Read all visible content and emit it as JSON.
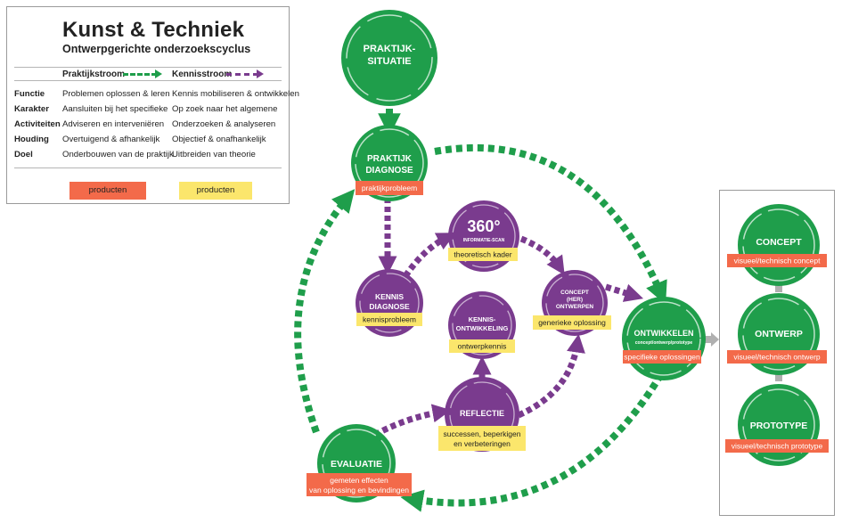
{
  "legend": {
    "title": "Kunst & Techniek",
    "subtitle": "Ontwerpgerichte onderzoekscyclus",
    "praktijk_header": "Praktijkstroom",
    "kennis_header": "Kennisstroom",
    "rows": [
      {
        "label": "Functie",
        "praktijk": "Problemen oplossen & leren",
        "kennis": "Kennis mobiliseren & ontwikkelen"
      },
      {
        "label": "Karakter",
        "praktijk": "Aansluiten bij het specifieke",
        "kennis": "Op zoek naar het algemene"
      },
      {
        "label": "Activiteiten",
        "praktijk": "Adviseren en interveniëren",
        "kennis": "Onderzoeken & analyseren"
      },
      {
        "label": "Houding",
        "praktijk": "Overtuigend & afhankelijk",
        "kennis": "Objectief & onafhankelijk"
      },
      {
        "label": "Doel",
        "praktijk": "Onderbouwen van de praktijk",
        "kennis": "Uitbreiden van theorie"
      }
    ],
    "tag_praktijk": "producten",
    "tag_kennis": "producten"
  },
  "colors": {
    "green": "#1f9e4b",
    "purple": "#7a3b8e",
    "red_tag": "#f36a4a",
    "yellow_tag": "#fbe66c",
    "grey_arrow": "#b0b0b0"
  },
  "nodes": {
    "praktijksituatie": {
      "line1": "PRAKTIJK-",
      "line2": "SITUATIE"
    },
    "praktijkdiagnose": {
      "line1": "PRAKTIJK",
      "line2": "DIAGNOSE",
      "tag": "praktijkprobleem"
    },
    "kennisdiagnose": {
      "line1": "KENNIS",
      "line2": "DIAGNOSE",
      "tag": "kennisprobleem"
    },
    "scan360": {
      "line1": "360°",
      "line2": "INFORMATIE-SCAN",
      "tag": "theoretisch kader"
    },
    "conceptontwerpen": {
      "line1": "CONCEPT",
      "line2": "(HER)",
      "line3": "ONTWERPEN",
      "tag": "generieke oplossing"
    },
    "kennisontwikkeling": {
      "line1": "KENNIS-",
      "line2": "ONTWIKKELING",
      "tag": "ontwerpkennis"
    },
    "reflectie": {
      "line1": "REFLECTIE",
      "tag1": "successen, beperkigen",
      "tag2": "en verbeteringen"
    },
    "ontwikkelen": {
      "line1": "ONTWIKKELEN",
      "line2": "concept/ontwerp/prototype",
      "tag": "specifieke oplossingen"
    },
    "evaluatie": {
      "line1": "EVALUATIE",
      "tag1": "gemeten effecten",
      "tag2": "van oplossing en bevindingen"
    }
  },
  "products": {
    "concept": {
      "title": "CONCEPT",
      "tag": "visueel/technisch concept"
    },
    "ontwerp": {
      "title": "ONTWERP",
      "tag": "visueel/technisch ontwerp"
    },
    "prototype": {
      "title": "PROTOTYPE",
      "tag": "visueel/technisch prototype"
    }
  }
}
